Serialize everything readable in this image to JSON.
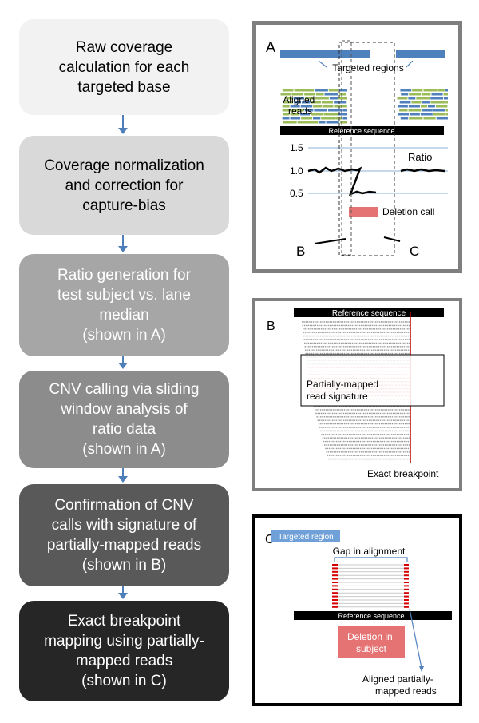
{
  "flow_steps": [
    "Raw coverage\ncalculation for each\ntargeted base",
    "Coverage normalization\nand correction for\ncapture-bias",
    "Ratio generation for\ntest subject vs. lane\nmedian\n(shown in A)",
    "CNV calling via sliding\nwindow analysis of\nratio data\n(shown in A)",
    "Confirmation of CNV\ncalls with signature of\npartially-mapped reads\n(shown in B)",
    "Exact breakpoint\nmapping using partially-\nmapped reads\n(shown in C)"
  ],
  "colors": {
    "box_fills": [
      "#f2f2f2",
      "#d9d9d9",
      "#a6a6a6",
      "#8c8c8c",
      "#595959",
      "#262626"
    ],
    "box_text": [
      "#000000",
      "#000000",
      "#ffffff",
      "#ffffff",
      "#ffffff",
      "#ffffff"
    ],
    "accent_blue": "#4f81bd",
    "read_green": "#9bbb59",
    "deletion_red": "#e57373"
  },
  "panel_a": {
    "label": "A",
    "targeted_regions": "Targeted regions",
    "aligned_reads": "Aligned\nreads",
    "reference_sequence": "Reference sequence",
    "ratio": "Ratio",
    "y_ticks": [
      "1.5",
      "1.0",
      "0.5"
    ],
    "deletion_call": "Deletion call",
    "marker_b": "B",
    "marker_c": "C"
  },
  "panel_b": {
    "label": "B",
    "reference_sequence": "Reference sequence",
    "signature": "Partially-mapped\nread signature",
    "exact_breakpoint": "Exact breakpoint"
  },
  "panel_c": {
    "label": "C",
    "targeted_region": "Targeted region",
    "gap": "Gap in alignment",
    "reference_sequence": "Reference sequence",
    "deletion": "Deletion in\nsubject",
    "aligned_partial": "Aligned partially-\nmapped reads"
  }
}
